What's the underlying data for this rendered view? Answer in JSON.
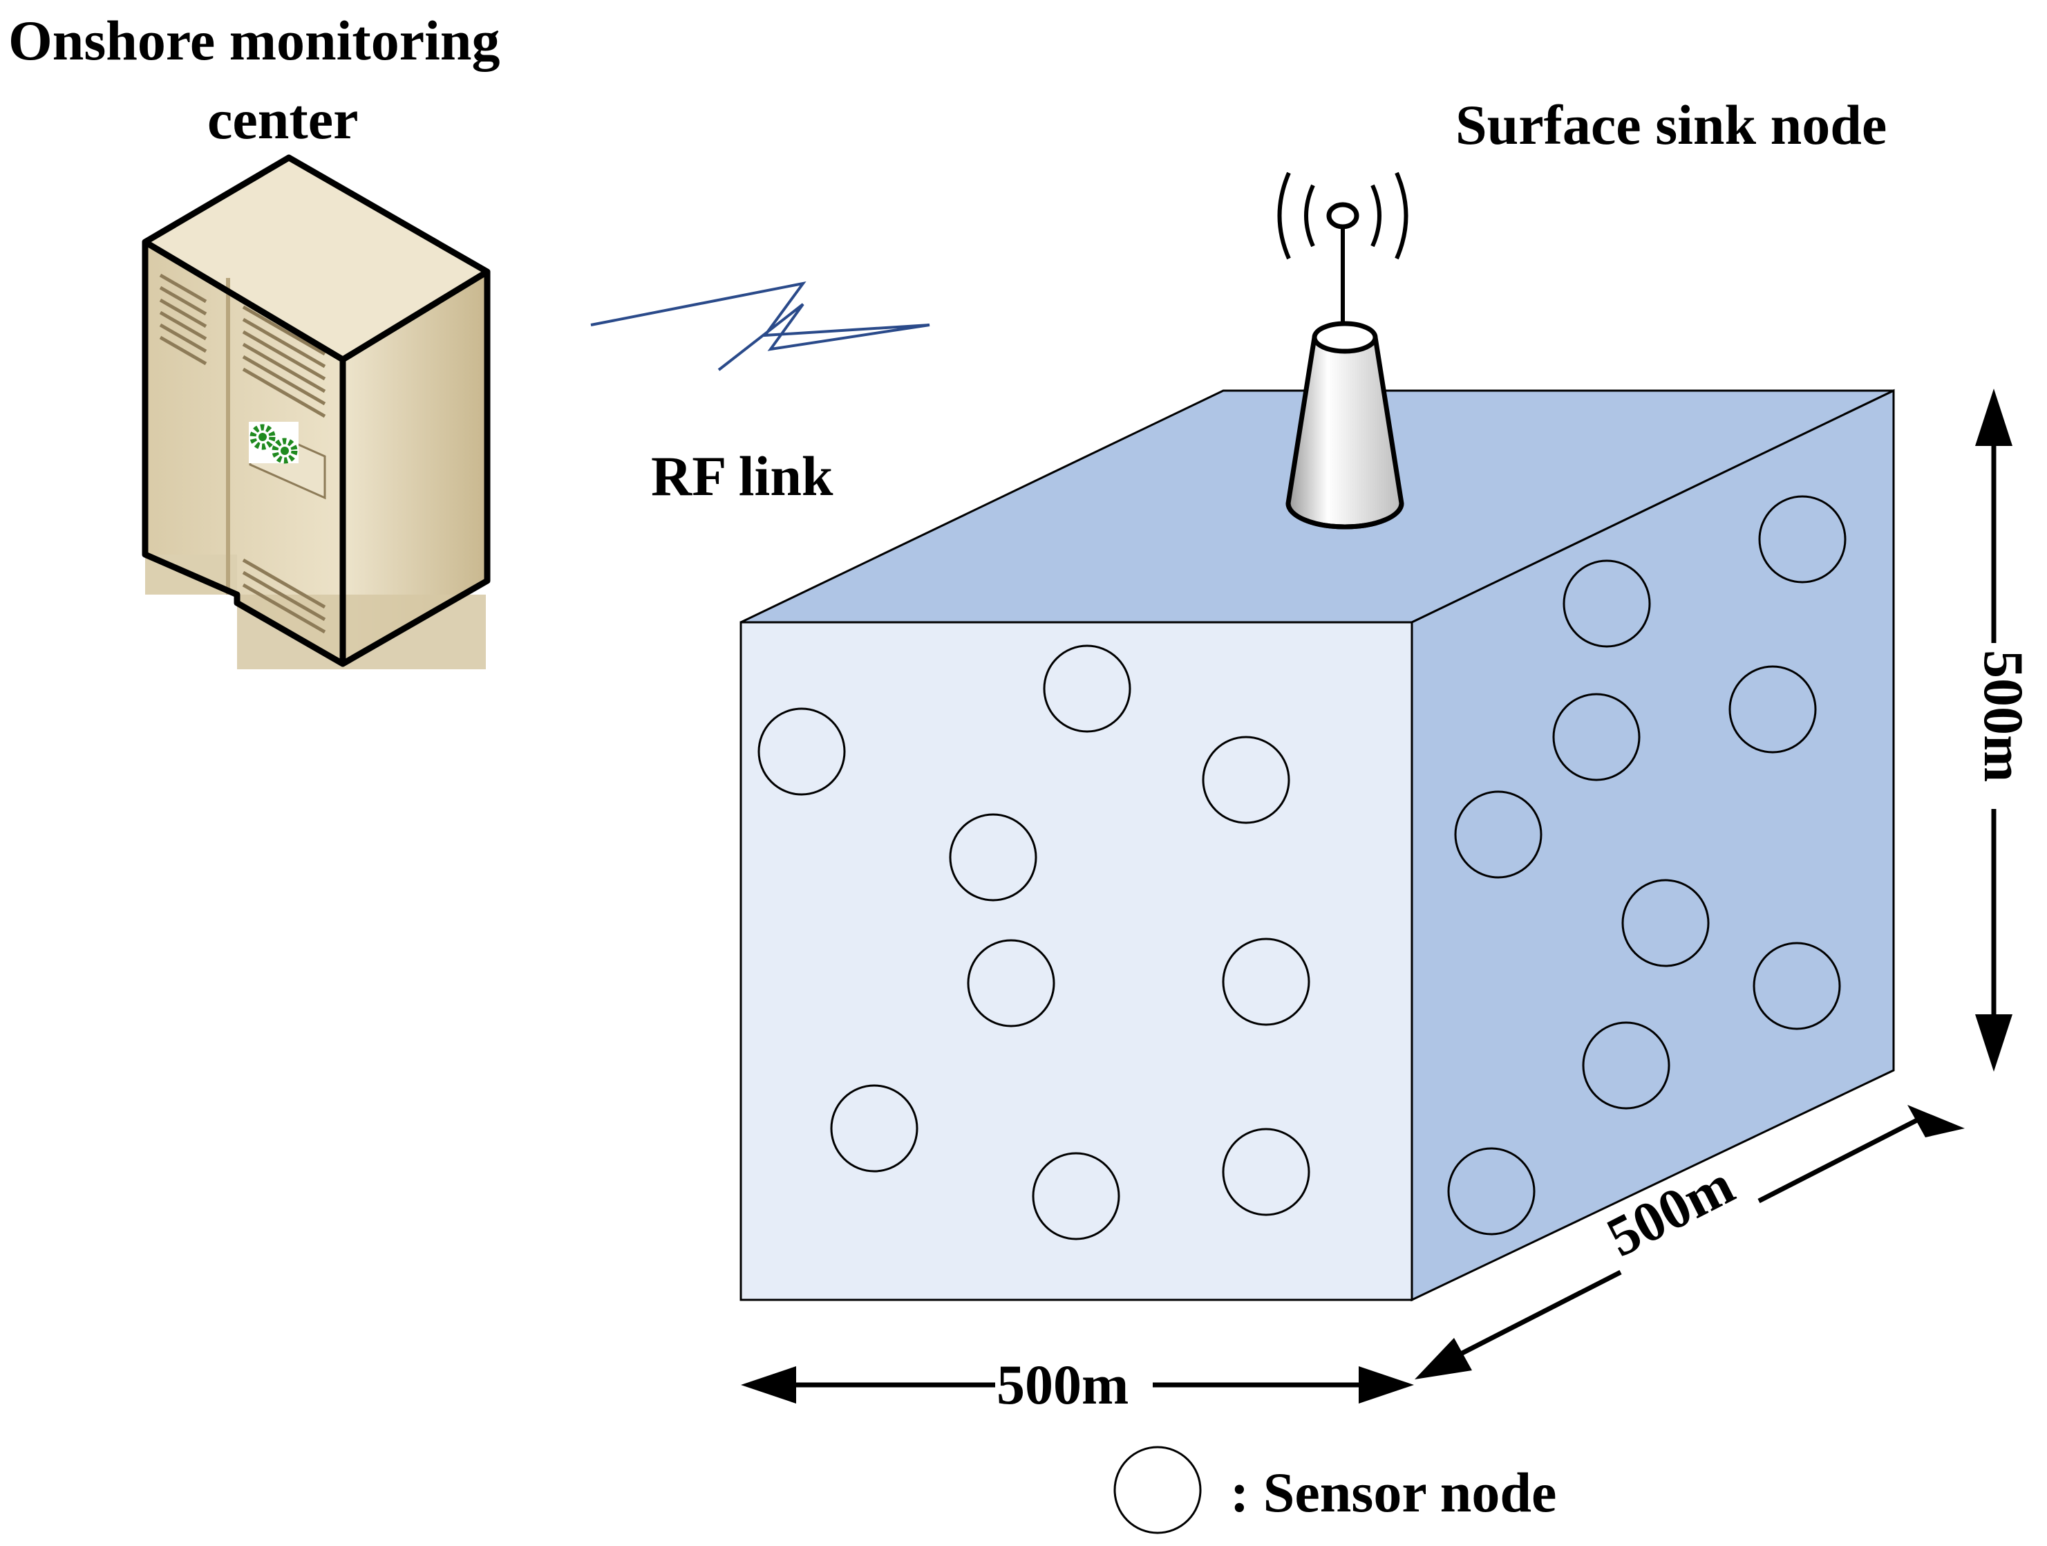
{
  "labels": {
    "onshore_line1": "Onshore monitoring",
    "onshore_line2": "center",
    "surface_sink": "Surface sink node",
    "rf_link": "RF link",
    "width_dim": "500m",
    "depth_dim": "500m",
    "height_dim": "500m",
    "legend_text": ": Sensor node"
  },
  "colors": {
    "front_face": "#e6edf8",
    "top_face": "#afc5e5",
    "side_face": "#afc5e5",
    "rf_link": "#2a4a8a",
    "server_body": "#e2d5b3"
  },
  "icons": [
    "server-icon",
    "antenna-icon",
    "rf-link-icon",
    "sensor-node-icon"
  ]
}
